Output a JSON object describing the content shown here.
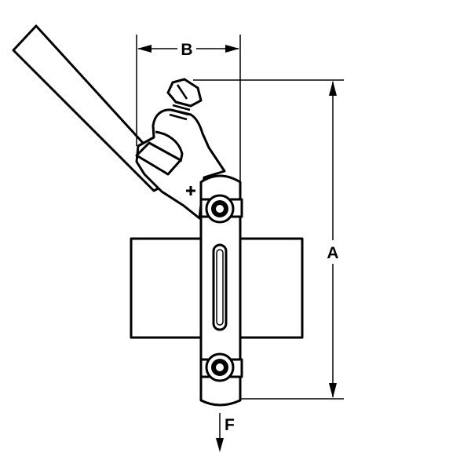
{
  "diagram": {
    "dimensions": {
      "width_label": "B",
      "height_label": "A",
      "force_label": "F"
    },
    "colors": {
      "stroke": "#000000",
      "fill": "#ffffff",
      "background": "#ffffff"
    }
  }
}
